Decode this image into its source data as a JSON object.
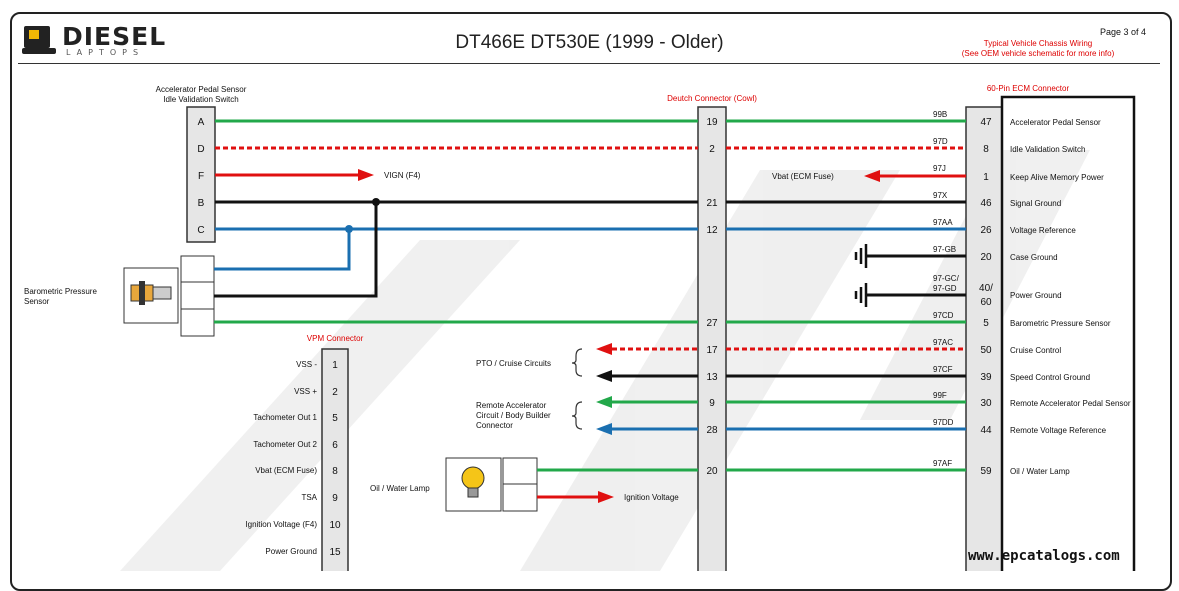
{
  "logo": {
    "name": "DIESEL",
    "sub": "LAPTOPS"
  },
  "title": "DT466E DT530E (1999 - Older)",
  "page_indicator": "Page 3 of 4",
  "note_line1": "Typical Vehicle Chassis Wiring",
  "note_line2": "(See OEM vehicle schematic for more info)",
  "connectors": {
    "pedal_sensor_title1": "Accelerator Pedal Sensor",
    "pedal_sensor_title2": "Idle Validation Switch",
    "pedal_pins": [
      "A",
      "D",
      "F",
      "B",
      "C"
    ],
    "deutch_title": "Deutch Connector (Cowl)",
    "ecm_title": "60-Pin ECM Connector",
    "vpm_title": "VPM Connector",
    "baro_label1": "Barometric Pressure",
    "baro_label2": "Sensor",
    "lamp_label": "Oil / Water Lamp"
  },
  "colors": {
    "green": "#22a84a",
    "red": "#e01010",
    "black": "#111111",
    "blue": "#1a6fb0"
  },
  "circuits": [
    {
      "deutch_pin": "19",
      "wire": "99B",
      "ecm_pin": "47",
      "name": "Accelerator Pedal Sensor"
    },
    {
      "deutch_pin": "2",
      "wire": "97D",
      "ecm_pin": "8",
      "name": "Idle Validation Switch"
    },
    {
      "deutch_pin": "",
      "wire": "97J",
      "ecm_pin": "1",
      "name": "Keep Alive Memory Power"
    },
    {
      "deutch_pin": "21",
      "wire": "97X",
      "ecm_pin": "46",
      "name": "Signal Ground"
    },
    {
      "deutch_pin": "12",
      "wire": "97AA",
      "ecm_pin": "26",
      "name": "Voltage Reference"
    },
    {
      "deutch_pin": "",
      "wire": "97-GB",
      "ecm_pin": "20",
      "name": "Case Ground"
    },
    {
      "deutch_pin": "",
      "wire": "97-GC/",
      "wire2": "97-GD",
      "ecm_pin": "40/",
      "ecm_pin2": "60",
      "name": "Power Ground"
    },
    {
      "deutch_pin": "27",
      "wire": "97CD",
      "ecm_pin": "5",
      "name": "Barometric Pressure Sensor"
    },
    {
      "deutch_pin": "17",
      "wire": "97AC",
      "ecm_pin": "50",
      "name": "Cruise Control"
    },
    {
      "deutch_pin": "13",
      "wire": "97CF",
      "ecm_pin": "39",
      "name": "Speed Control Ground"
    },
    {
      "deutch_pin": "9",
      "wire": "99F",
      "ecm_pin": "30",
      "name": "Remote Accelerator Pedal Sensor"
    },
    {
      "deutch_pin": "28",
      "wire": "97DD",
      "ecm_pin": "44",
      "name": "Remote Voltage Reference"
    },
    {
      "deutch_pin": "20",
      "wire": "97AF",
      "ecm_pin": "59",
      "name": "Oil / Water Lamp"
    }
  ],
  "labels": {
    "vign": "VIGN (F4)",
    "vbat": "Vbat (ECM Fuse)",
    "pto1": "PTO / Cruise Circuits",
    "remote1": "Remote Accelerator",
    "remote2": "Circuit / Body Builder",
    "remote3": "Connector",
    "ignition": "Ignition Voltage"
  },
  "vpm_pins": [
    {
      "label": "VSS -",
      "pin": "1"
    },
    {
      "label": "VSS +",
      "pin": "2"
    },
    {
      "label": "Tachometer Out 1",
      "pin": "5"
    },
    {
      "label": "Tachometer Out 2",
      "pin": "6"
    },
    {
      "label": "Vbat (ECM Fuse)",
      "pin": "8"
    },
    {
      "label": "TSA",
      "pin": "9"
    },
    {
      "label": "Ignition Voltage (F4)",
      "pin": "10"
    },
    {
      "label": "Power Ground",
      "pin": "15"
    }
  ],
  "watermark": "www.epcatalogs.com"
}
